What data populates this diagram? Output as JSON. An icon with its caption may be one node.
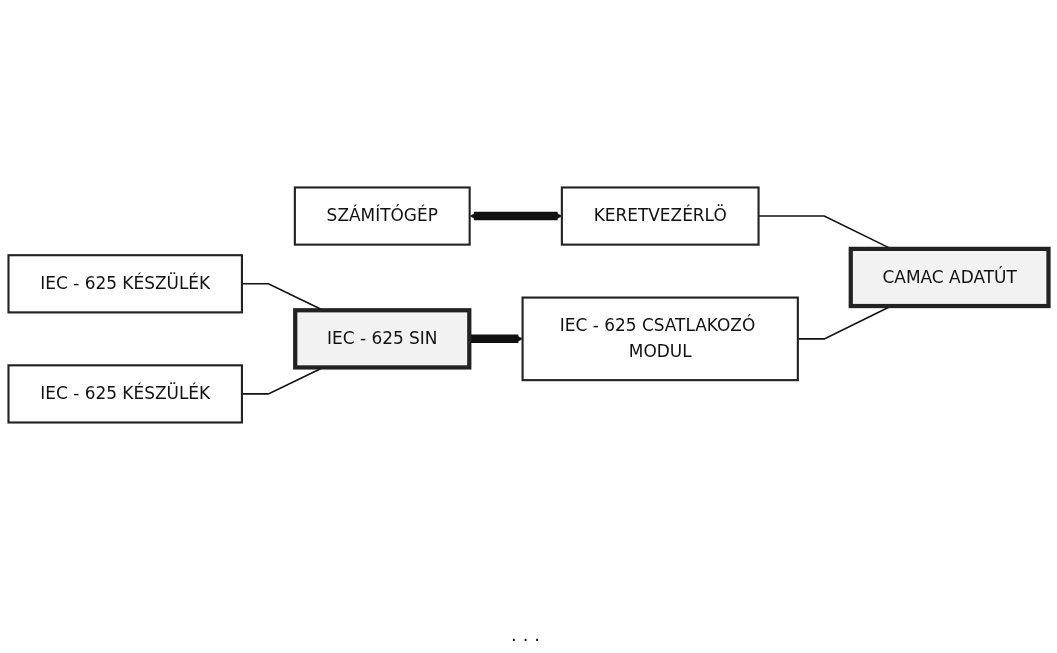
{
  "diagram": {
    "nodes": [
      {
        "text": [
          "SZÁMÍTÓGÉP"
        ]
      },
      {
        "text": [
          "KERETVEZÉRLÖ"
        ]
      },
      {
        "text": [
          "IEC - 625 KÉSZÜLÉK"
        ]
      },
      {
        "text": [
          "IEC - 625 KÉSZÜLÉK"
        ]
      },
      {
        "text": [
          "IEC - 625 CSATLAKOZÓ MODUL"
        ]
      },
      {
        "text": [
          "IEC - 625 SIN"
        ]
      },
      {
        "text": [
          "CAMAC ADATÚT"
        ]
      }
    ],
    "edges": [
      {
        "from": 0,
        "to": 1,
        "arrow": "both",
        "style": "thick"
      },
      {
        "from": 1,
        "to": 6,
        "arrow": "none"
      },
      {
        "from": 2,
        "to": 5,
        "arrow": "none"
      },
      {
        "from": 3,
        "to": 5,
        "arrow": "none"
      },
      {
        "from": 5,
        "to": 4,
        "arrow": "to",
        "style": "thick"
      },
      {
        "from": 4,
        "to": 6,
        "arrow": "none"
      }
    ],
    "labels": [
      "..."
    ]
  }
}
